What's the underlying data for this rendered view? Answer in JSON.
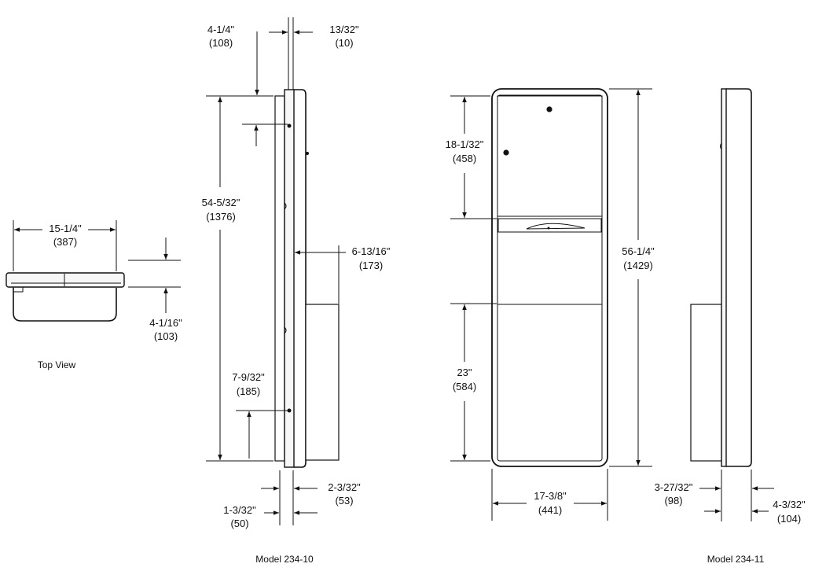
{
  "captions": {
    "top_view": "Top View",
    "model_left": "Model 234-10",
    "model_right": "Model 234-11"
  },
  "top_view": {
    "width_in": "15-1/4\"",
    "width_mm": "(387)",
    "depth_in": "4-1/16\"",
    "depth_mm": "(103)"
  },
  "side_10": {
    "top_offset_in": "4-1/4\"",
    "top_offset_mm": "(108)",
    "flange_in": "13/32\"",
    "flange_mm": "(10)",
    "height_in": "54-5/32\"",
    "height_mm": "(1376)",
    "projection_in": "6-13/16\"",
    "projection_mm": "(173)",
    "bottom_offset_in": "7-9/32\"",
    "bottom_offset_mm": "(185)",
    "recess_in": "2-3/32\"",
    "recess_mm": "(53)",
    "front_in": "1-3/32\"",
    "front_mm": "(50)"
  },
  "front": {
    "upper_in": "18-1/32\"",
    "upper_mm": "(458)",
    "lower_in": "23\"",
    "lower_mm": "(584)",
    "height_in": "56-1/4\"",
    "height_mm": "(1429)",
    "width_in": "17-3/8\"",
    "width_mm": "(441)"
  },
  "side_11": {
    "recess_in": "3-27/32\"",
    "recess_mm": "(98)",
    "front_in": "4-3/32\"",
    "front_mm": "(104)"
  }
}
